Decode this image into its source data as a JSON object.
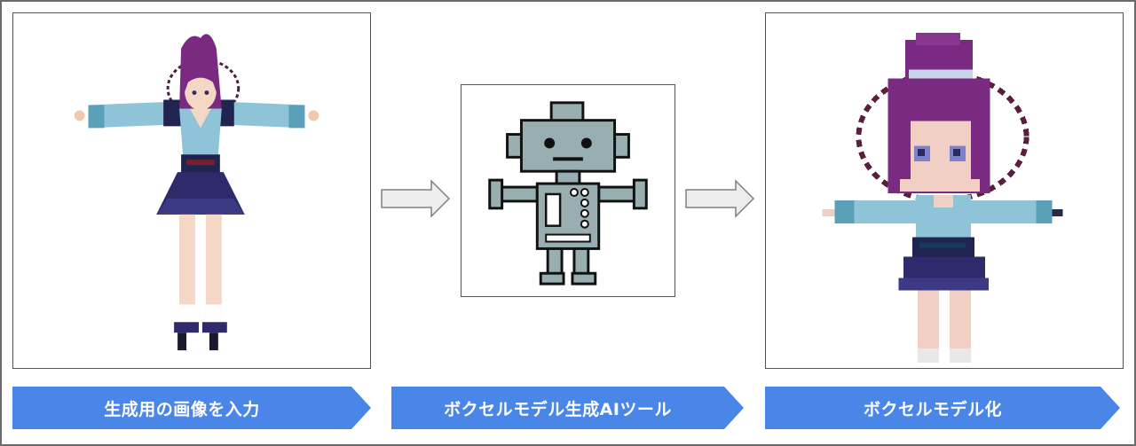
{
  "steps": [
    {
      "label": "生成用の画像を入力",
      "image": "anime-girl-t-pose-render"
    },
    {
      "label": "ボクセルモデル生成AIツール",
      "image": "pixel-robot-icon"
    },
    {
      "label": "ボクセルモデル化",
      "image": "voxel-anime-girl-render"
    }
  ],
  "colors": {
    "label_fill": "#4a86e8",
    "label_text": "#ffffff",
    "arrow_fill": "#ededed",
    "arrow_stroke": "#808080",
    "robot_fill": "#99aeb0",
    "hair": "#7a2a80",
    "skirt": "#2e2a6b",
    "top": "#8fc3d8"
  }
}
